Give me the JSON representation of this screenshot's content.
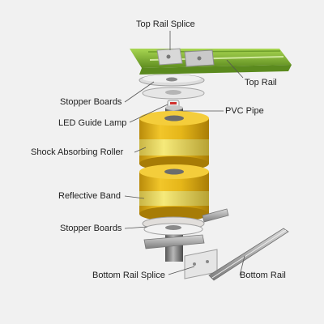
{
  "diagram": {
    "labels": {
      "top_rail_splice": "Top Rail Splice",
      "top_rail": "Top Rail",
      "stopper_boards_upper": "Stopper Boards",
      "pvc_pipe": "PVC Pipe",
      "led_guide_lamp": "LED Guide Lamp",
      "shock_absorbing_roller": "Shock Absorbing Roller",
      "reflective_band": "Reflective Band",
      "stopper_boards_lower": "Stopper Boards",
      "bottom_rail_splice": "Bottom Rail Splice",
      "bottom_rail": "Bottom Rail"
    },
    "colors": {
      "background": "#f1f1f1",
      "rail_green": "#8fc23a",
      "roller_yellow": "#e2b51a",
      "reflective_band": "#efe06a",
      "pipe_gray": "#8b8b8b",
      "steel": "#a9a9a9",
      "leader_line": "#555555",
      "label_text": "#222222"
    }
  }
}
